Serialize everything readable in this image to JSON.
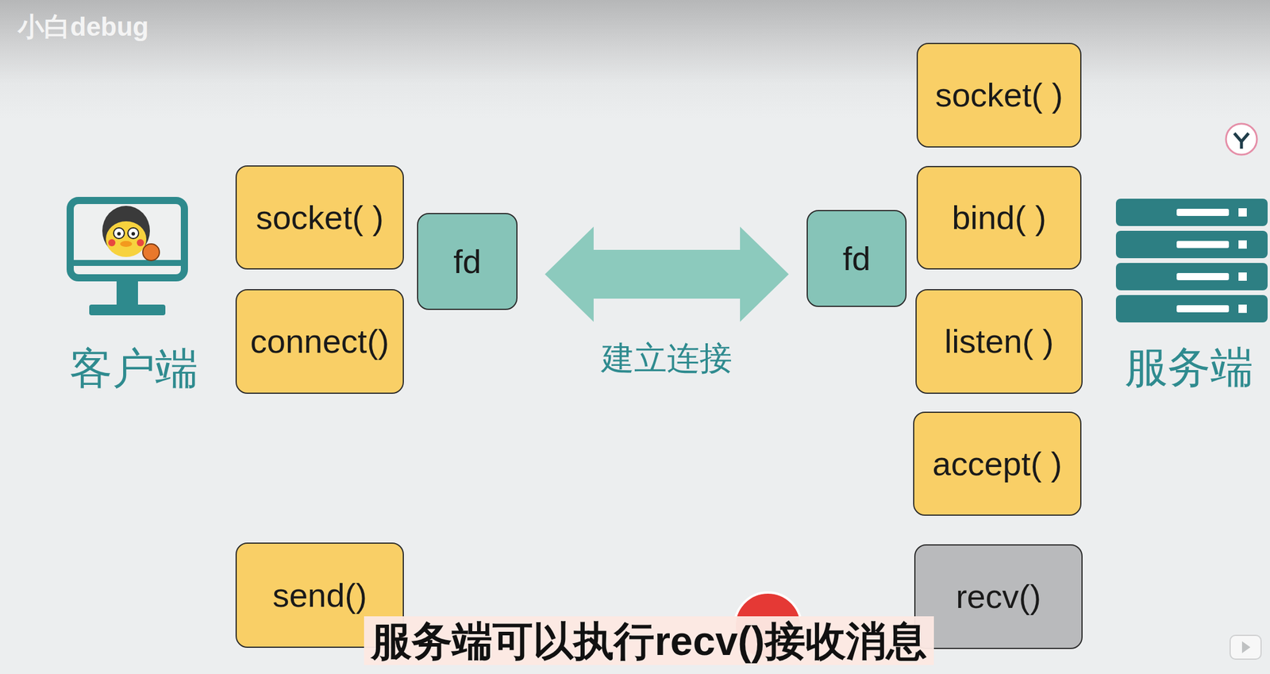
{
  "diagram": {
    "caption": "服务端可以执行recv()接收消息",
    "nodes": [
      {
        "text": [
          "socket( )"
        ]
      },
      {
        "text": [
          "connect()"
        ]
      },
      {
        "text": [
          "fd"
        ]
      },
      {
        "text": [
          "fd"
        ]
      },
      {
        "text": [
          "socket( )"
        ]
      },
      {
        "text": [
          "bind( )"
        ]
      },
      {
        "text": [
          "listen( )"
        ]
      },
      {
        "text": [
          "accept( )"
        ]
      },
      {
        "text": [
          "send()"
        ]
      },
      {
        "text": [
          "recv()"
        ]
      }
    ],
    "edges": [
      {
        "from": 2,
        "to": 3,
        "label": "建立连接",
        "arrow": "both"
      }
    ],
    "labels": [
      "小白debug",
      "客户端",
      "服务端"
    ]
  }
}
